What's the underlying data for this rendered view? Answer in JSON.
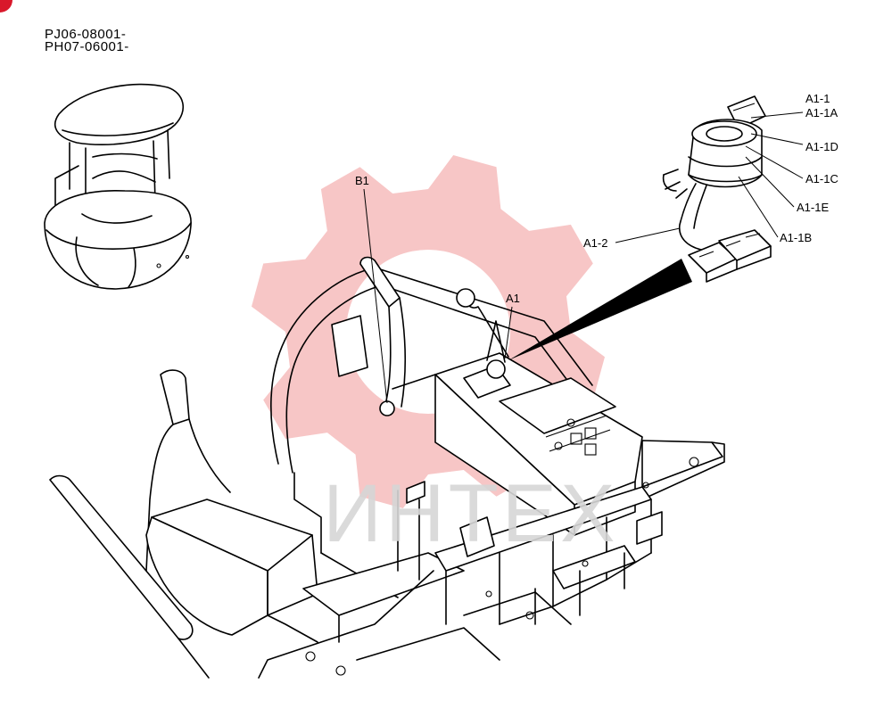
{
  "serial_numbers": [
    "PJ06-08001-",
    "PH07-06001-"
  ],
  "callouts": {
    "a1_1": "A1-1",
    "a1_1a": "A1-1A",
    "a1_1d": "A1-1D",
    "a1_1c": "A1-1C",
    "a1_1e": "A1-1E",
    "a1_1b": "A1-1B",
    "a1_2": "A1-2",
    "a1": "A1",
    "b1": "B1"
  },
  "watermark": {
    "text": "ИНТЕХ",
    "text_color": "#d6d6d6",
    "gear_color": "#f7c6c6",
    "gear_icon": "gear-icon"
  },
  "colors": {
    "line_art": "#000000",
    "badge": "#d9182b"
  }
}
